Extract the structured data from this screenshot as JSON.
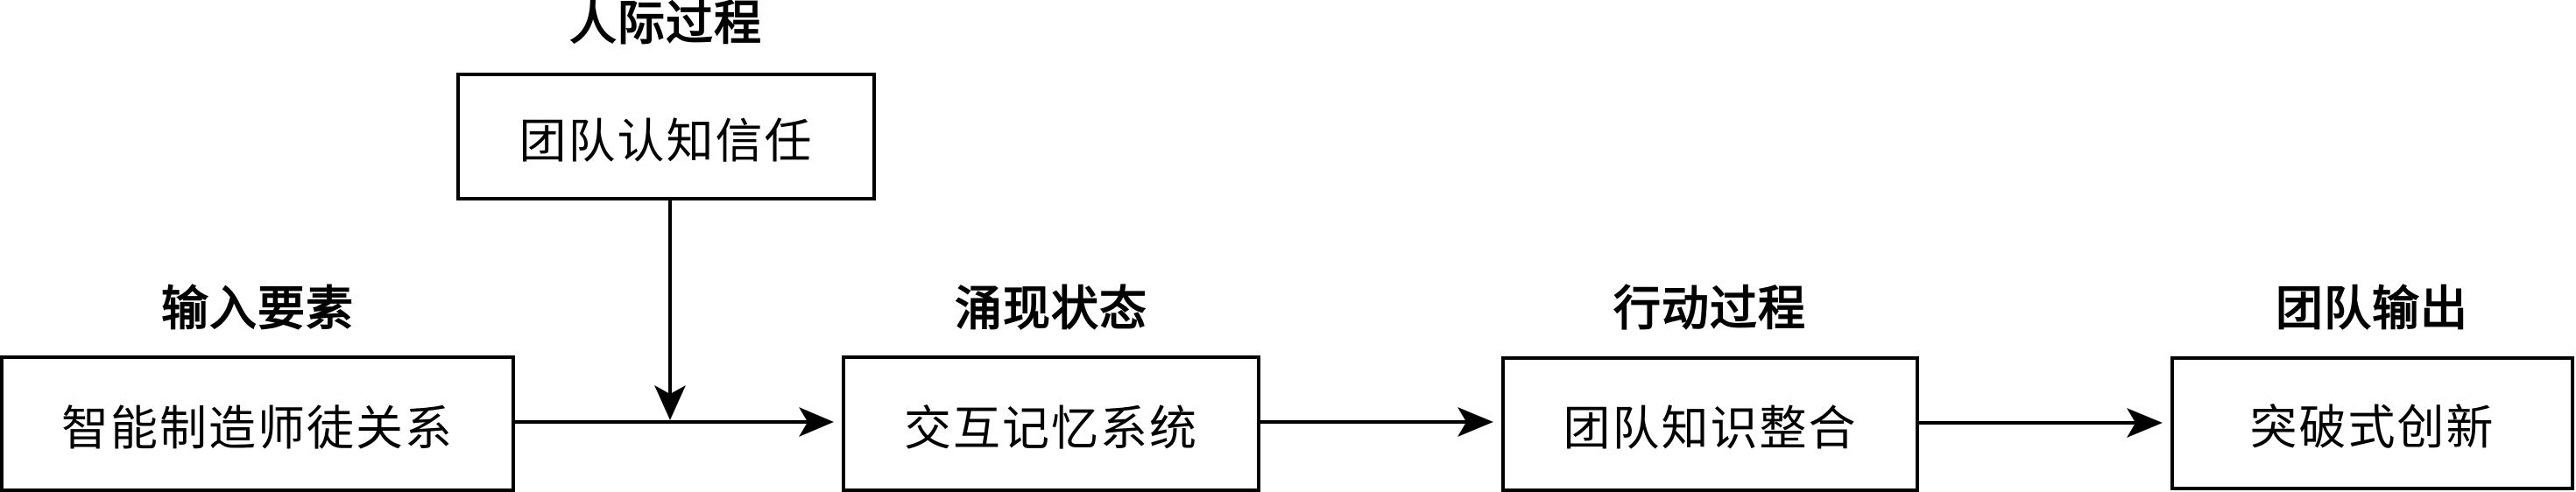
{
  "diagram": {
    "top": {
      "heading": "人际过程",
      "box": "团队认知信任"
    },
    "stages": [
      {
        "heading": "输入要素",
        "box": "智能制造师徒关系"
      },
      {
        "heading": "涌现状态",
        "box": "交互记忆系统"
      },
      {
        "heading": "行动过程",
        "box": "团队知识整合"
      },
      {
        "heading": "团队输出",
        "box": "突破式创新"
      }
    ],
    "edges": [
      {
        "from": "智能制造师徒关系",
        "to": "交互记忆系统"
      },
      {
        "from": "团队认知信任",
        "to": "智能制造师徒关系→交互记忆系统",
        "type": "moderation"
      },
      {
        "from": "交互记忆系统",
        "to": "团队知识整合"
      },
      {
        "from": "团队知识整合",
        "to": "突破式创新"
      }
    ],
    "colors": {
      "stroke": "#000000",
      "fill": "#ffffff"
    }
  }
}
